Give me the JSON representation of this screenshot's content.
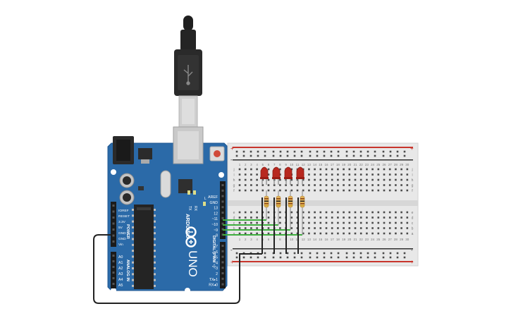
{
  "board": {
    "brand": "ARDUINO",
    "model": "UNO",
    "digital_label": "DIGITAL (PWM ~)",
    "power_label": "POWER",
    "analog_label": "ANALOG IN",
    "led_l": "L",
    "led_tx": "TX",
    "led_rx": "RX",
    "top_pins": [
      "AREF",
      "GND",
      "13",
      "12",
      "~11",
      "~10",
      "~9",
      "8"
    ],
    "bottom_pins": [
      "7",
      "~6",
      "~5",
      "4",
      "~3",
      "2",
      "TX▸1",
      "RX◂0"
    ],
    "power_pins": [
      "IOREF",
      "RESET",
      "3.3V",
      "5V",
      "GND",
      "GND",
      "Vin"
    ],
    "analog_pins": [
      "A0",
      "A1",
      "A2",
      "A3",
      "A4",
      "A5"
    ]
  },
  "breadboard": {
    "row_letters_top": [
      "j",
      "i",
      "h",
      "g",
      "f"
    ],
    "row_letters_bottom": [
      "e",
      "d",
      "c",
      "b",
      "a"
    ],
    "column_numbers": [
      "1",
      "2",
      "3",
      "4",
      "5",
      "6",
      "7",
      "8",
      "9",
      "10",
      "11",
      "12",
      "13",
      "14",
      "15",
      "16",
      "17",
      "18",
      "19",
      "20",
      "21",
      "22",
      "23",
      "24",
      "25",
      "26",
      "27",
      "28",
      "29",
      "30"
    ],
    "rail_plus": "+",
    "rail_minus": "-"
  },
  "components": {
    "led_count": 4,
    "resistor_count": 4,
    "colors": {
      "board": "#2b6aa8",
      "led": "#b8281f",
      "resistor": "#e2b35a",
      "wire_green": "#3fae3f",
      "wire_black": "#222222"
    }
  }
}
